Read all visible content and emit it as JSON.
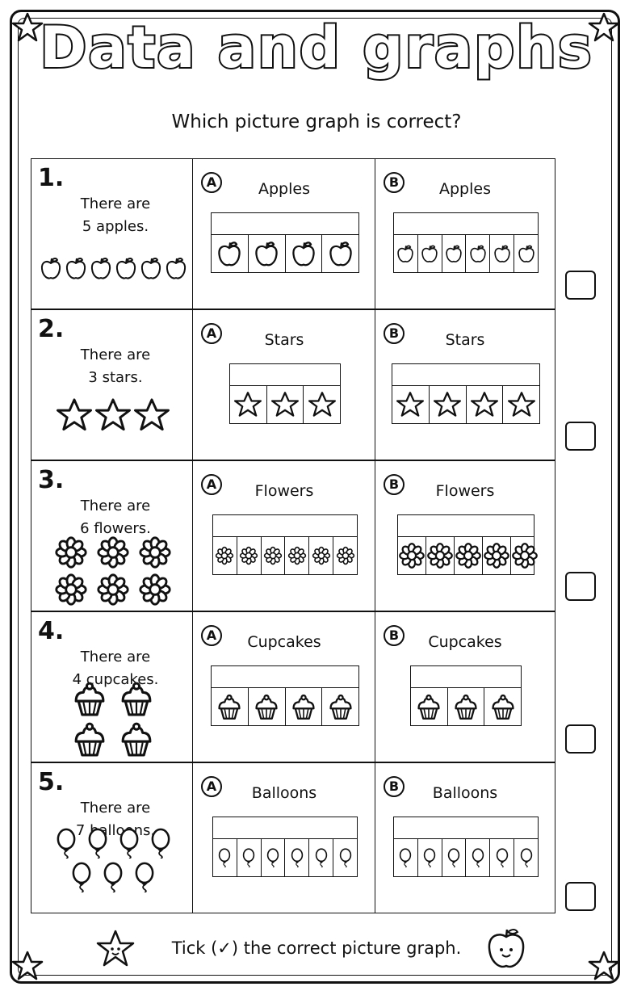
{
  "title": "Data and graphs",
  "subtitle": "Which picture graph is correct?",
  "footer": "Tick (✓) the correct picture graph.",
  "option_labels": [
    "A",
    "B"
  ],
  "questions": [
    {
      "number": "1.",
      "text_line1": "There are",
      "text_line2": "5 apples.",
      "icon": "apple-icon",
      "picture_count": 6,
      "graph_title": "Apples",
      "option_a_count": 4,
      "option_b_count": 6
    },
    {
      "number": "2.",
      "text_line1": "There are",
      "text_line2": "3 stars.",
      "icon": "star-icon",
      "picture_count": 3,
      "graph_title": "Stars",
      "option_a_count": 3,
      "option_b_count": 4
    },
    {
      "number": "3.",
      "text_line1": "There are",
      "text_line2": "6 flowers.",
      "icon": "flower-icon",
      "picture_count": 6,
      "graph_title": "Flowers",
      "option_a_count": 6,
      "option_b_count": 5
    },
    {
      "number": "4.",
      "text_line1": "There are",
      "text_line2": "4 cupcakes.",
      "icon": "cupcake-icon",
      "picture_count": 4,
      "graph_title": "Cupcakes",
      "option_a_count": 4,
      "option_b_count": 3
    },
    {
      "number": "5.",
      "text_line1": "There are",
      "text_line2": "7 balloons.",
      "icon": "balloon-icon",
      "picture_count": 7,
      "graph_title": "Balloons",
      "option_a_count": 6,
      "option_b_count": 6
    }
  ]
}
